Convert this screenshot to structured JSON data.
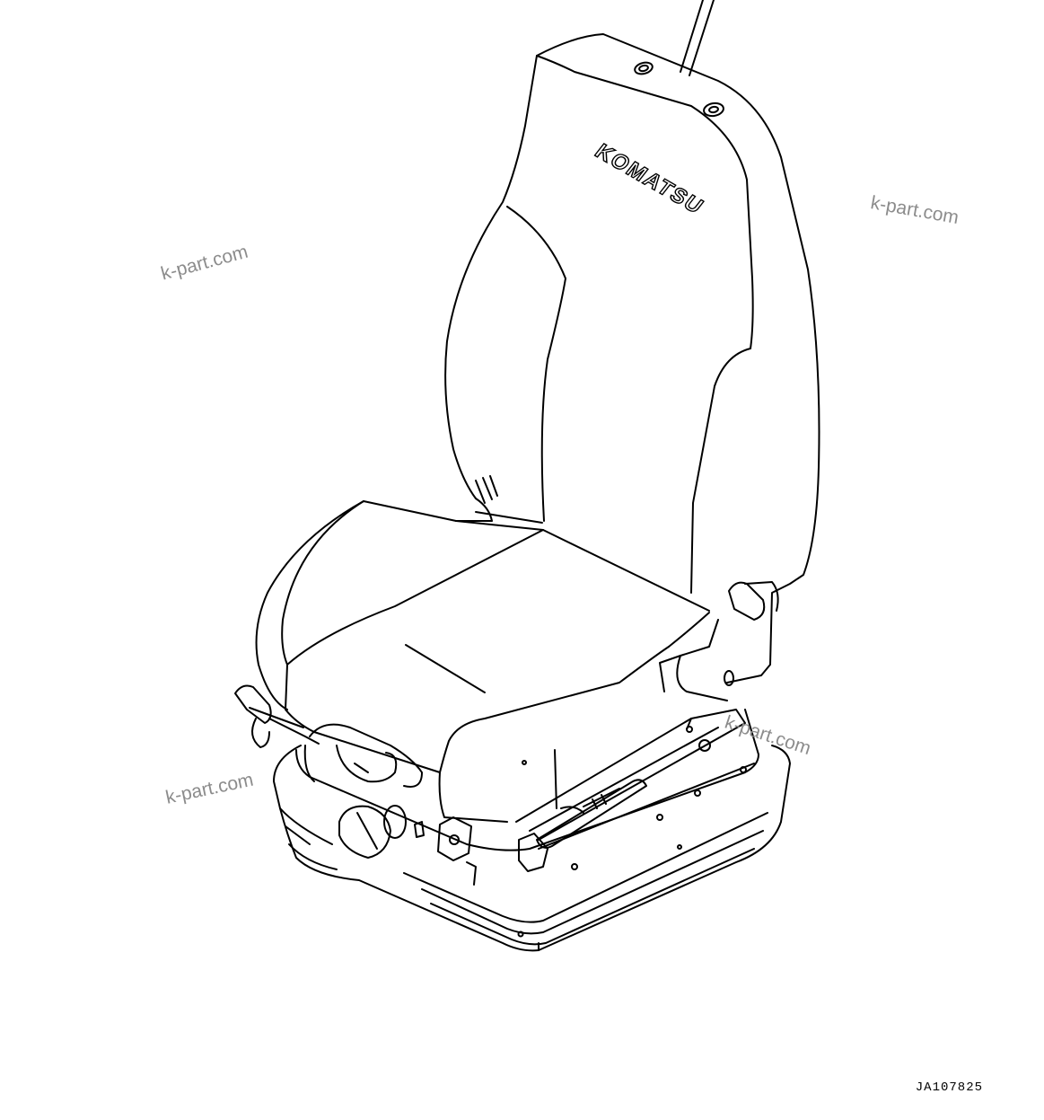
{
  "brand_logo_text": "KOMATSU",
  "watermarks": [
    "k-part.com",
    "k-part.com",
    "k-part.com",
    "k-part.com"
  ],
  "drawing_code": "JA107825",
  "colors": {
    "line": "#000000",
    "background": "#ffffff",
    "watermark": "#8c8c8c"
  },
  "components": [
    "backrest",
    "seat-cushion",
    "suspension-base",
    "recline-lever",
    "fore-aft-lever",
    "weight-adjust-knob",
    "slide-rail",
    "gas-spring",
    "armrest-bracket"
  ]
}
